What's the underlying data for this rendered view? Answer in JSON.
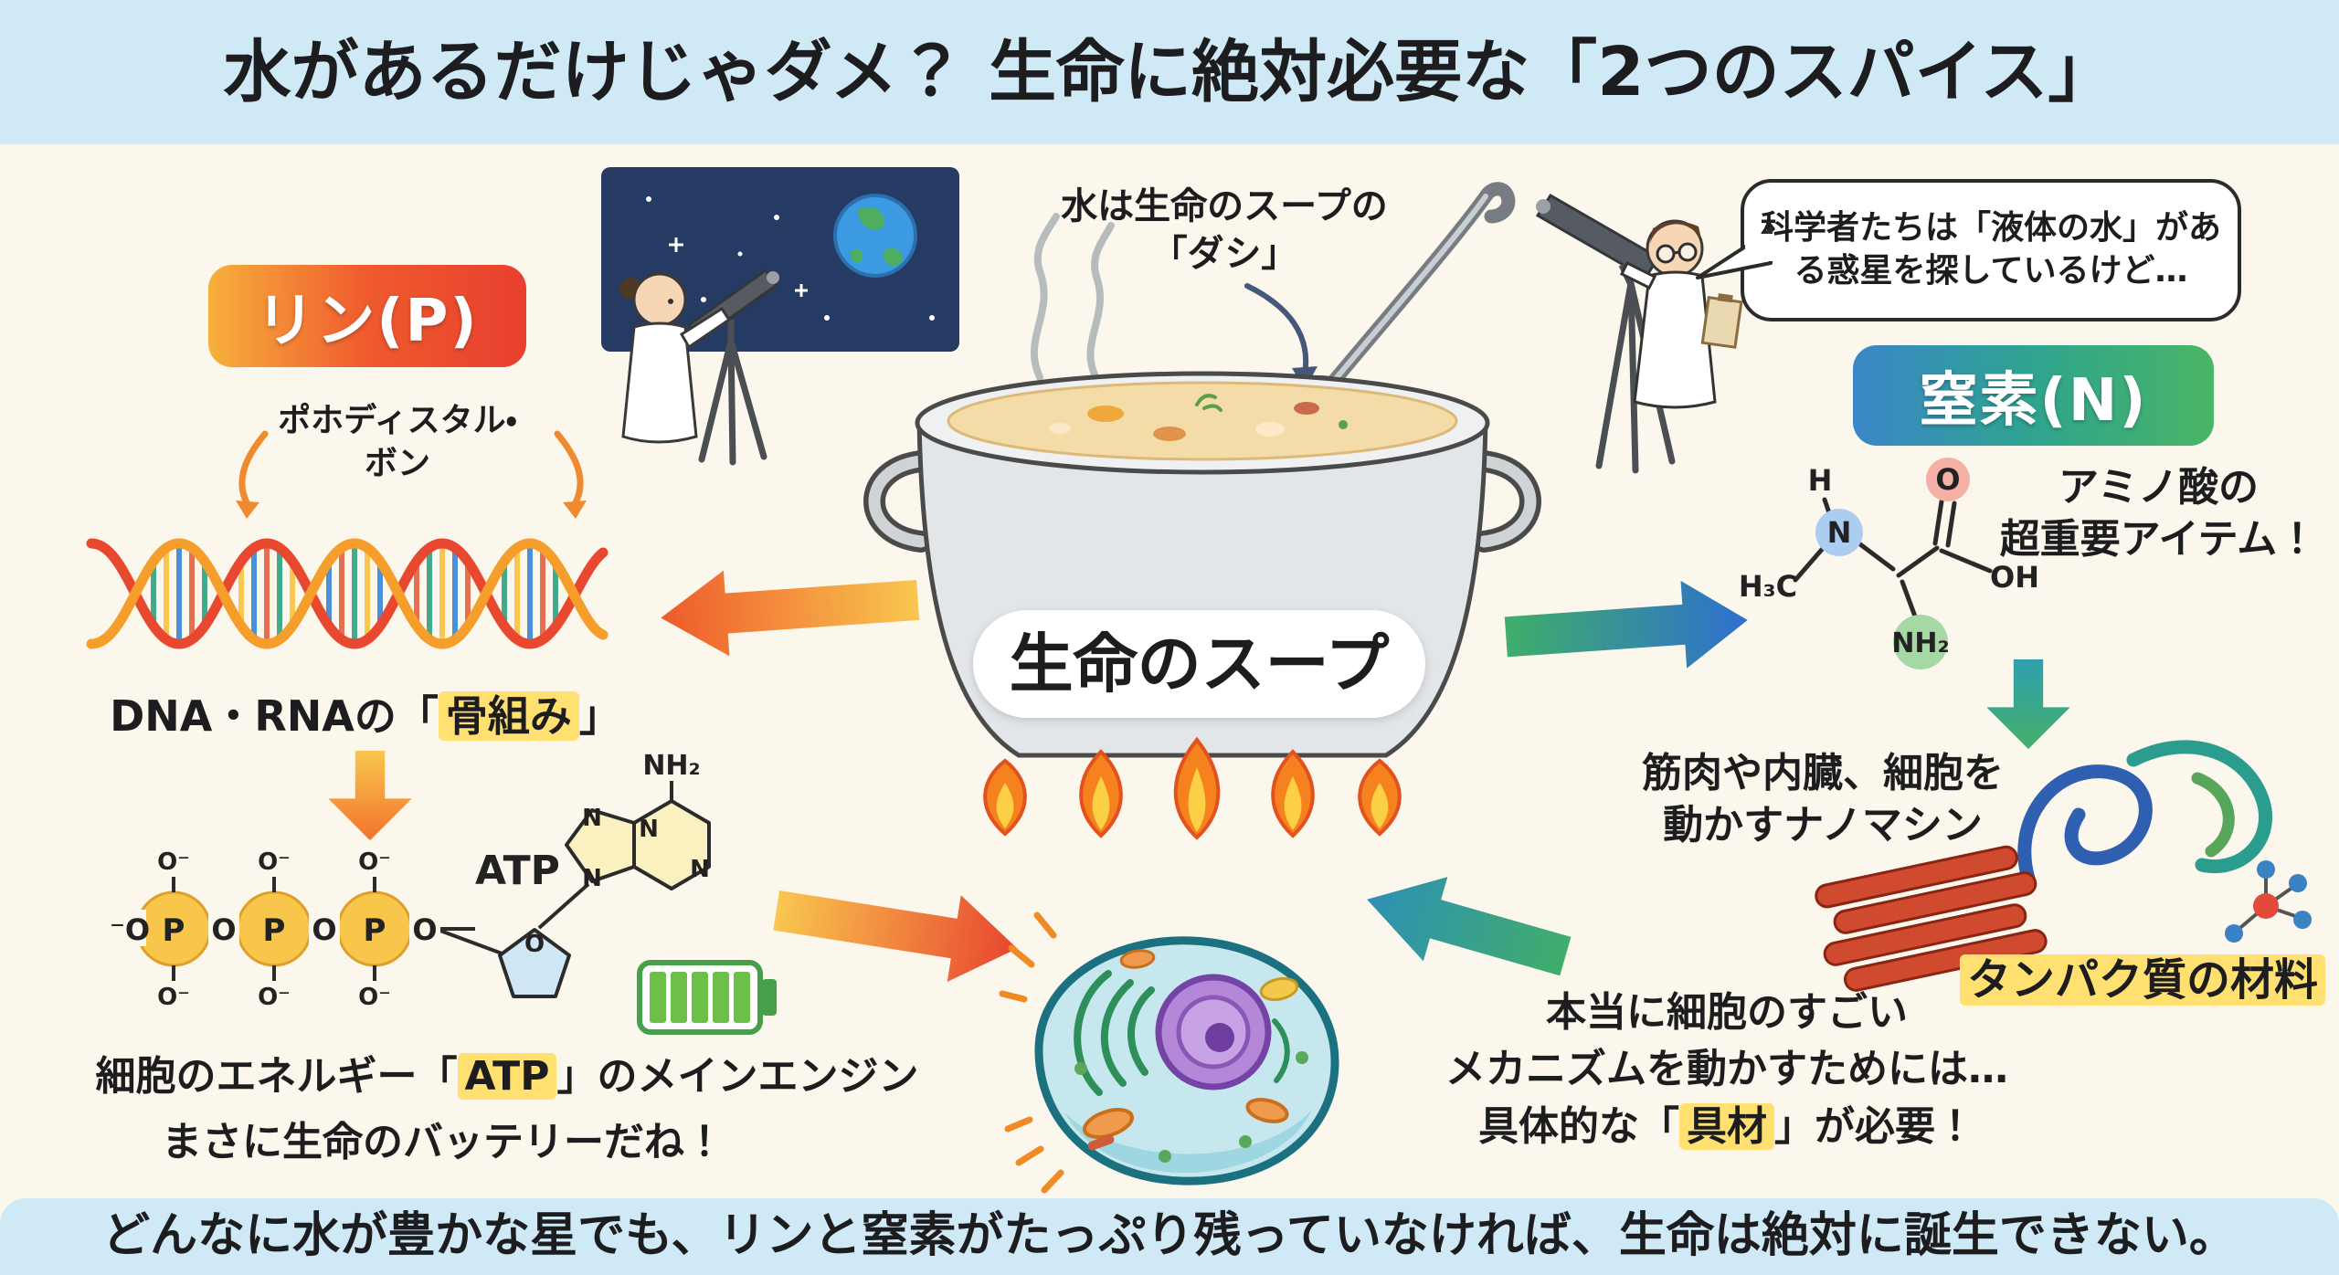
{
  "header": {
    "title": "水があるだけじゃダメ？ 生命に絶対必要な「2つのスパイス」"
  },
  "footer": {
    "text": "どんなに水が豊かな星でも、リンと窒素がたっぷり残っていなければ、生命は絶対に誕生できない。"
  },
  "phosphorus": {
    "badge": "リン(P)",
    "bond_line1": "ポホディスタル・",
    "bond_line2": "ボン",
    "dna_caption": {
      "pre": "DNA・RNAの「",
      "highlight": "骨組み",
      "post": "」"
    },
    "atp": {
      "label": "ATP",
      "o_start": "⁻O",
      "p": "P",
      "o": "O",
      "o_minus": "O⁻",
      "nh2": "NH₂",
      "n": "N"
    },
    "energy_caption": {
      "pre": "細胞のエネルギー「",
      "highlight": "ATP",
      "post": "」のメインエンジン"
    },
    "battery_caption": "まさに生命のバッテリーだね！"
  },
  "soup": {
    "dashi_line1": "水は生命のスープの",
    "dashi_line2": "「ダシ」",
    "pot_label": "生命のスープ"
  },
  "scientist_bubble": {
    "line1": "科学者たちは「液体の水」があ",
    "line2": "る惑星を探しているけど…"
  },
  "nitrogen": {
    "badge": "窒素(N)",
    "amino_line1": "アミノ酸の",
    "amino_line2": "超重要アイテム！",
    "chem": {
      "h": "H",
      "n": "N",
      "h3c": "H₃C",
      "o": "O",
      "oh": "OH",
      "nh2": "NH₂"
    },
    "muscle_line1": "筋肉や内臓、細胞を",
    "muscle_line2": "動かすナノマシン",
    "protein_caption": "タンパク質の材料"
  },
  "cell_note": {
    "line1": "本当に細胞のすごい",
    "line2": "メカニズムを動かすためには…",
    "line3": {
      "pre": "具体的な「",
      "highlight": "具材",
      "post": "」が必要！"
    }
  },
  "colors": {
    "banner_bg": "#cfe9f6",
    "main_bg": "#fcf7ec",
    "highlight": "#ffe071",
    "phosphorus_start": "#f7b03c",
    "phosphorus_end": "#e8402f",
    "nitrogen_start": "#3a86c8",
    "nitrogen_end": "#4ab565",
    "flame_orange": "#f5821f",
    "soup_tan": "#f4dca8"
  }
}
